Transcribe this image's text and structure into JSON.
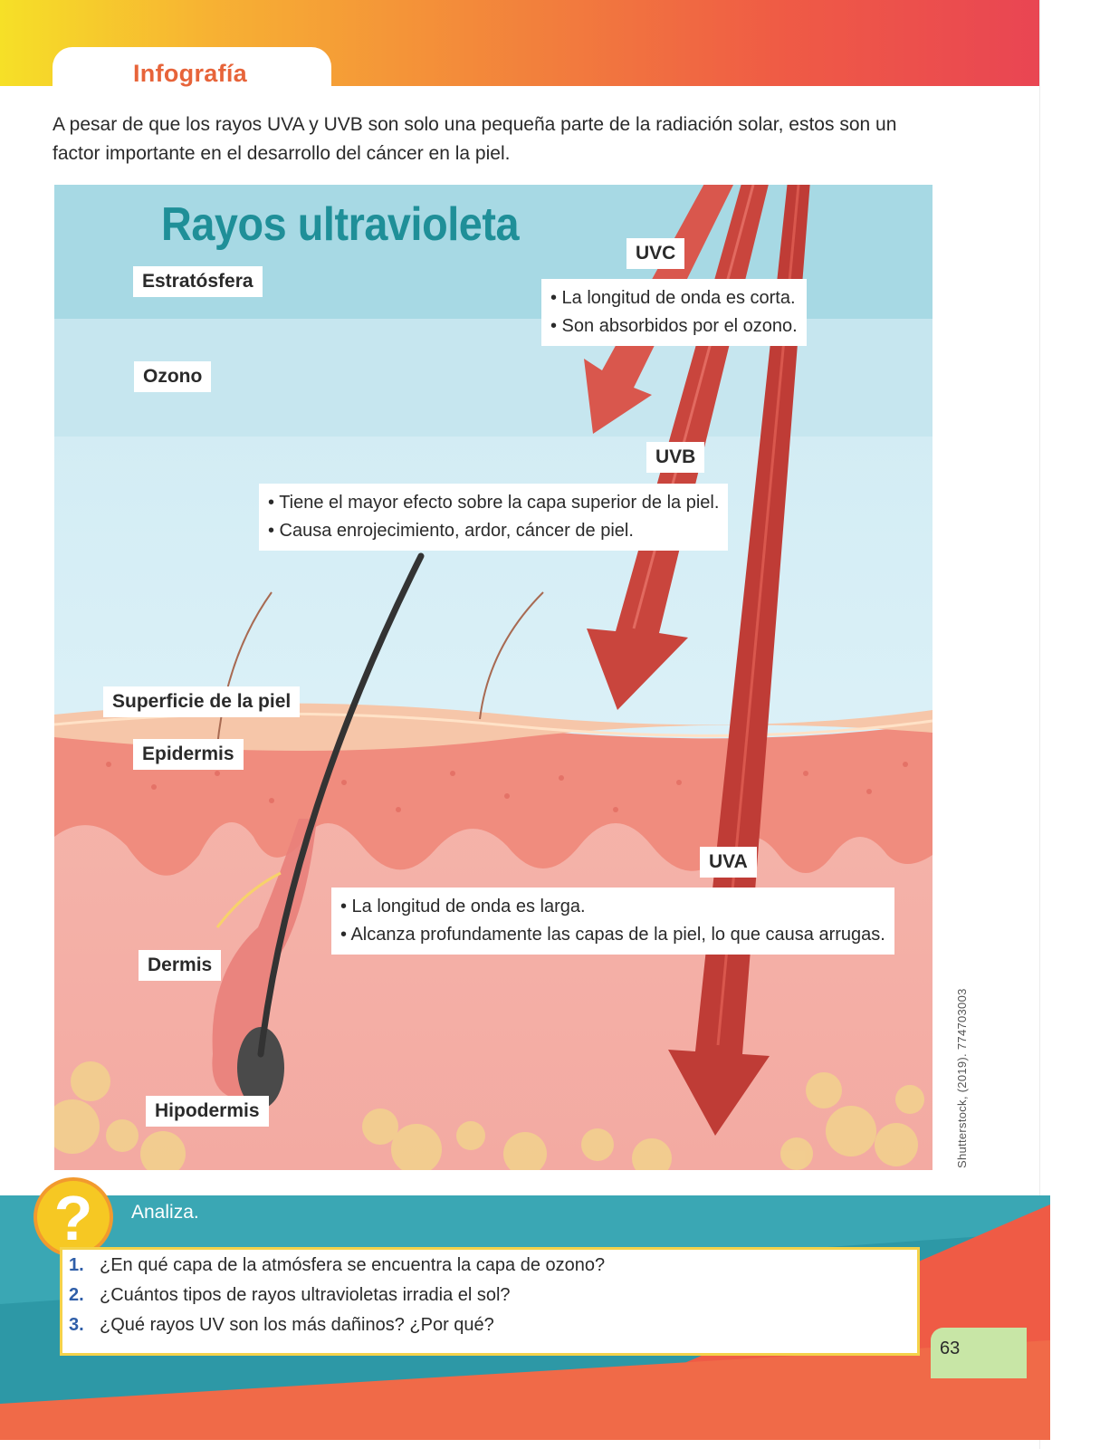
{
  "header": {
    "section_title": "Infografía"
  },
  "intro": "A pesar de que los rayos UVA y UVB son solo una pequeña parte de la radiación solar, estos son un factor importante en el desarrollo del cáncer en la piel.",
  "infographic": {
    "title": "Rayos ultravioleta",
    "layers": {
      "stratosphere": "Estratósfera",
      "ozone": "Ozono",
      "skin_surface": "Superficie de la piel",
      "epidermis": "Epidermis",
      "dermis": "Dermis",
      "hypodermis": "Hipodermis"
    },
    "rays": {
      "uvc": {
        "label": "UVC",
        "notes": [
          "• La longitud de onda es corta.",
          "• Son absorbidos por el ozono."
        ]
      },
      "uvb": {
        "label": "UVB",
        "notes": [
          "• Tiene el mayor efecto sobre la capa superior de la piel.",
          "• Causa enrojecimiento, ardor, cáncer de piel."
        ]
      },
      "uva": {
        "label": "UVA",
        "notes": [
          "• La longitud de onda es larga.",
          "• Alcanza profundamente las capas de la piel, lo que causa arrugas."
        ]
      }
    },
    "credit": "Shutterstock, (2019). 774703003",
    "colors": {
      "sky_top": "#a9dbe6",
      "sky_bottom": "#d8eff6",
      "epidermis": "#f08c7e",
      "dermis": "#f4b0a8",
      "ray": "#c9453d",
      "title": "#1f8f98"
    }
  },
  "analiza": {
    "icon": "question-icon",
    "label": "Analiza.",
    "questions": [
      {
        "number": "1.",
        "text": "¿En qué capa de la atmósfera se encuentra la capa de ozono?"
      },
      {
        "number": "2.",
        "text": "¿Cuántos tipos de rayos ultravioletas irradia el sol?"
      },
      {
        "number": "3.",
        "text": "¿Qué rayos UV son los más dañinos? ¿Por qué?"
      }
    ]
  },
  "page_number": "63"
}
